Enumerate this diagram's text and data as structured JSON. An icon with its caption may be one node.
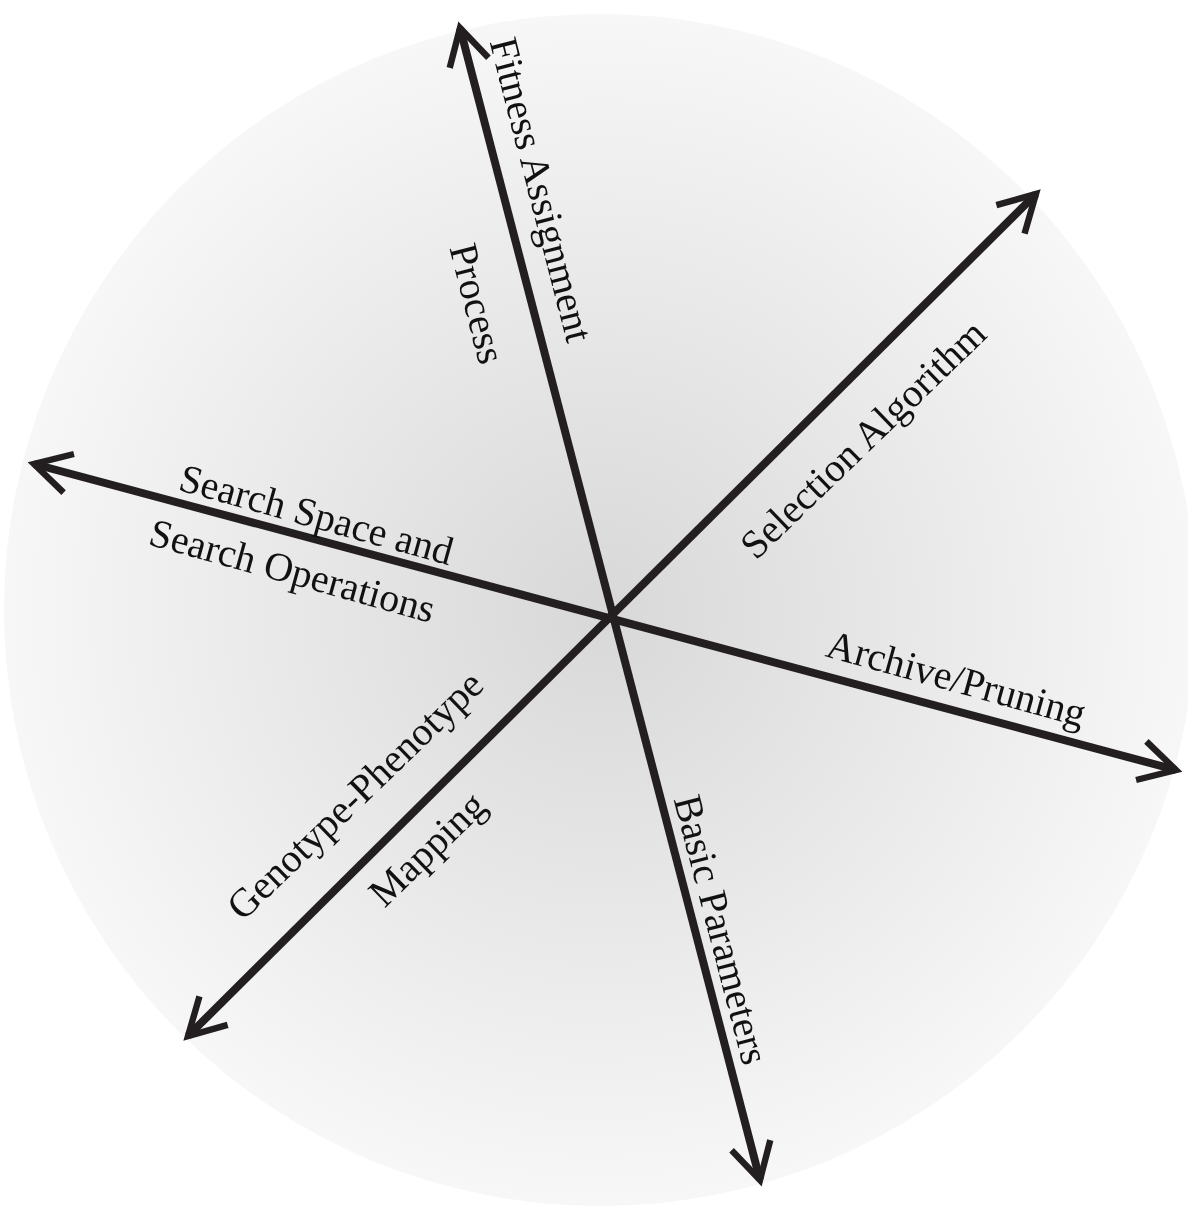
{
  "diagram": {
    "labels": [
      "Fitness Assignment",
      "Process",
      "Selection Algorithm",
      "Search Space and",
      "Search Operations",
      "Archive/Pruning",
      "Genotype-Phenotype",
      "Basic Parameters",
      "Mapping"
    ]
  }
}
